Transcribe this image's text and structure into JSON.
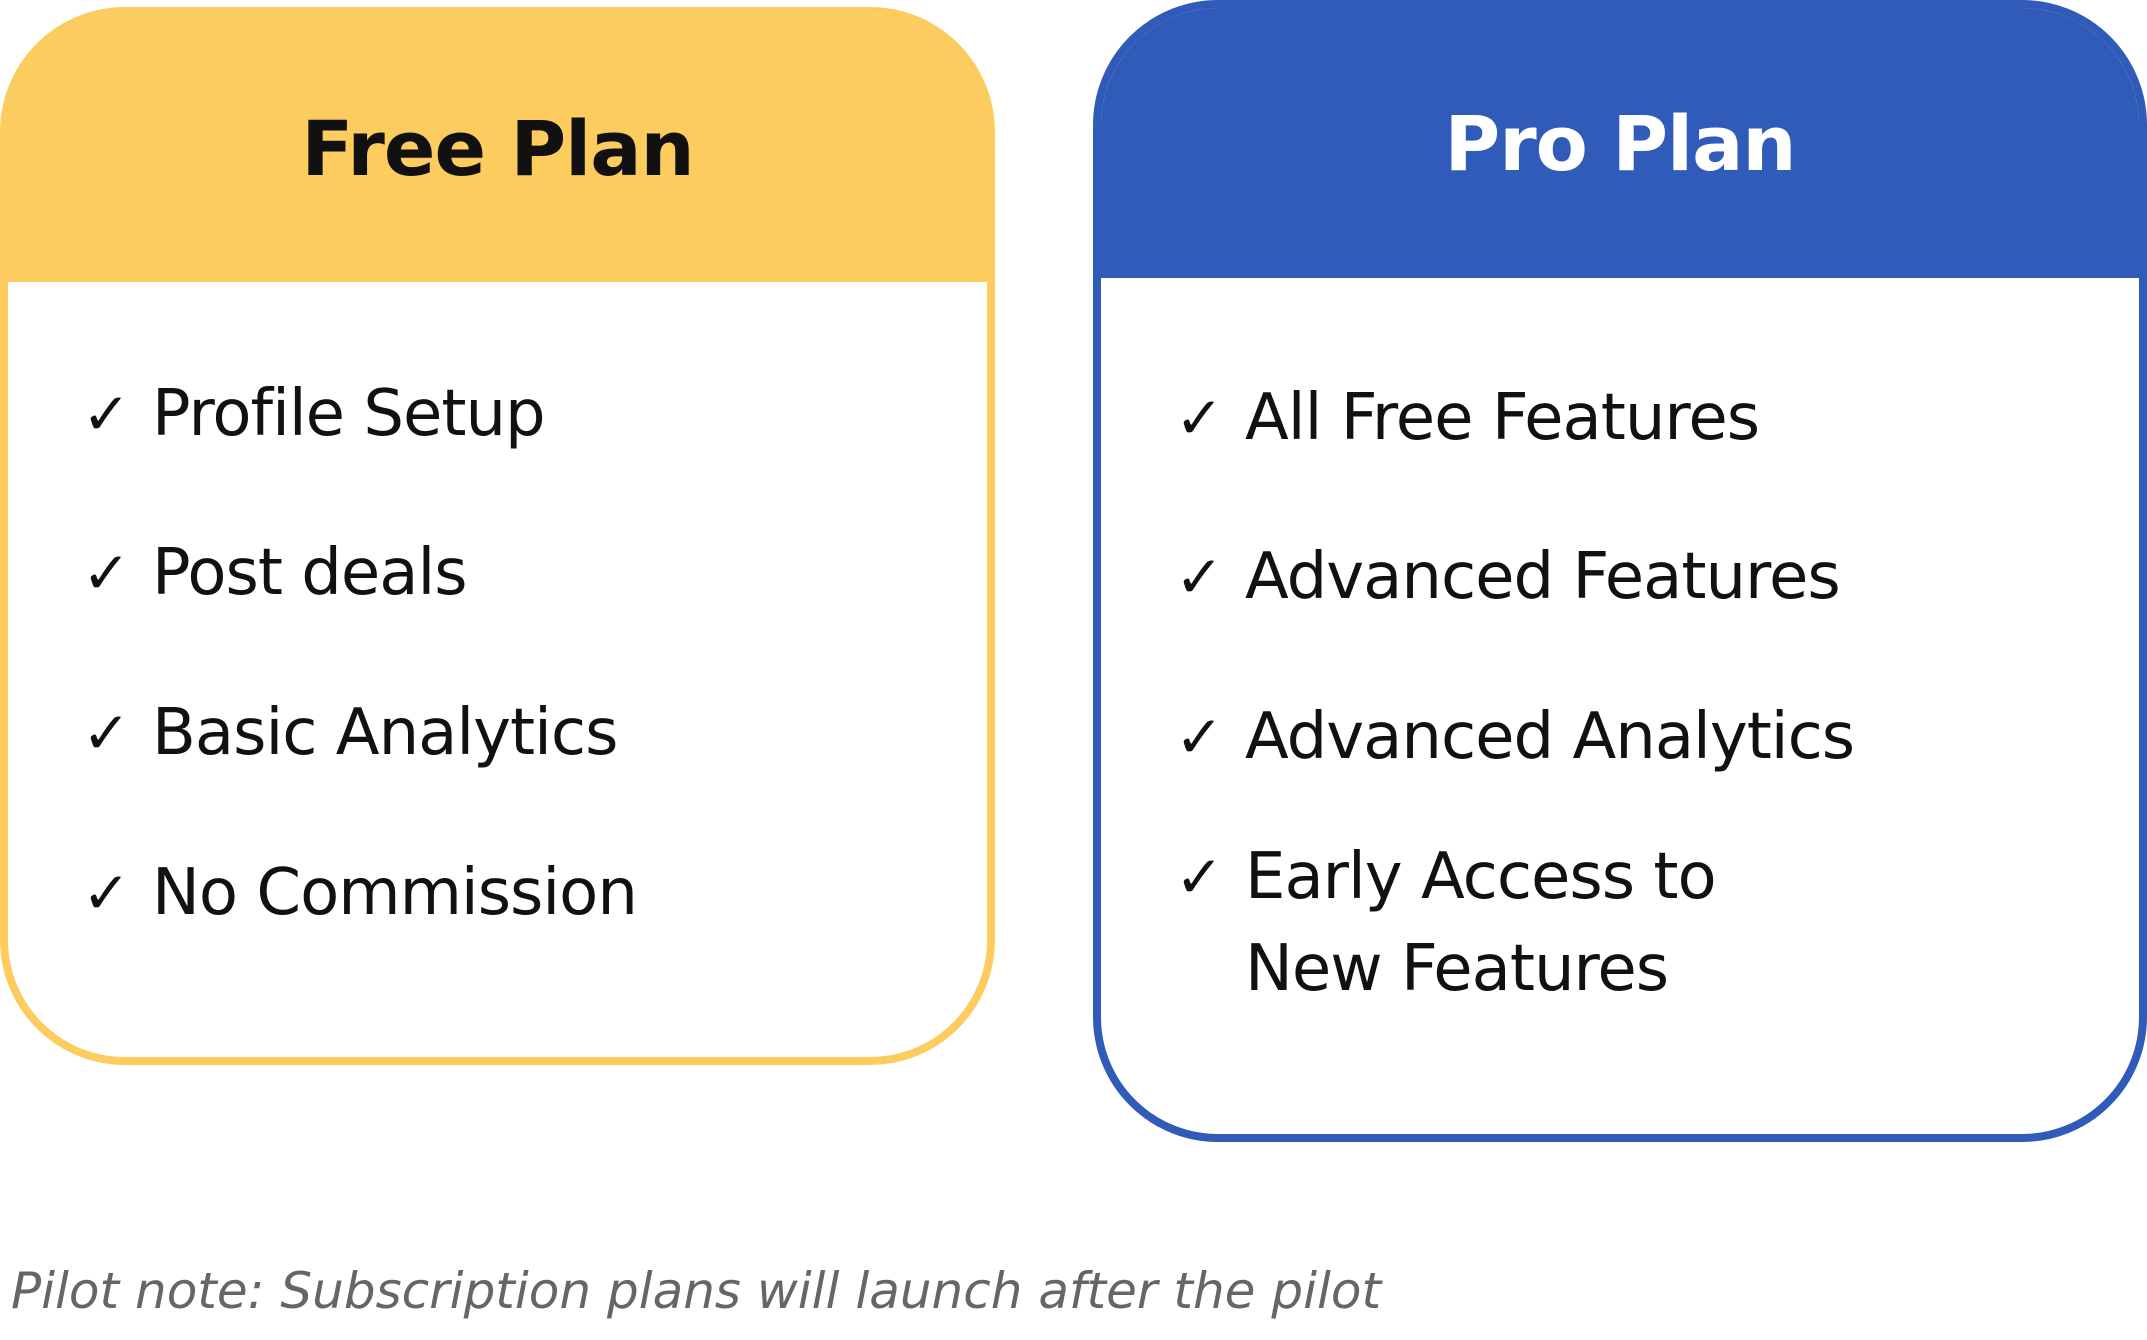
{
  "colors": {
    "free_accent": "#FDCC5F",
    "pro_accent": "#315BB8"
  },
  "free_plan": {
    "title": "Free Plan",
    "features": [
      "Profile Setup",
      "Post deals",
      "Basic Analytics",
      "No Commission"
    ]
  },
  "pro_plan": {
    "title": "Pro Plan",
    "features": [
      "All Free Features",
      "Advanced Features",
      "Advanced Analytics",
      "Early Access to\nNew Features"
    ]
  },
  "check_icon": "check-icon",
  "check_glyph": "✓",
  "note": "Pilot note: Subscription plans will launch after the pilot"
}
